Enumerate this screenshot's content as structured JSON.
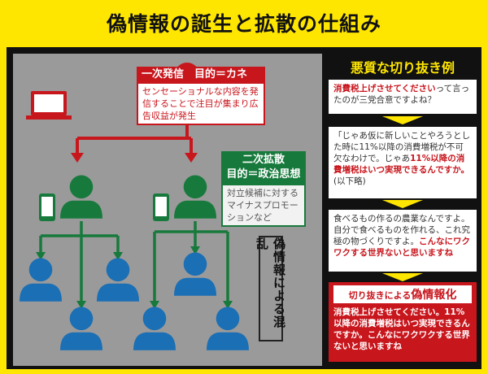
{
  "title": "偽情報の誕生と拡散の仕組み",
  "primary": {
    "head": "一次発信　目的＝カネ",
    "body": "センセーショナルな内容を発信することで注目が集まり広告収益が発生"
  },
  "secondary": {
    "head1": "二次拡散",
    "head2": "目的＝政治思想",
    "body": "対立候補に対するマイナスプロモーションなど"
  },
  "chaos": "偽情報による混乱",
  "examples": {
    "heading": "悪質な切り抜き例",
    "q1_red": "消費税上げさせてください",
    "q1_rest": "って言ったのが三党合意ですよね？",
    "q2_plain": "「じゃあ仮に新しいことやろうとした時に11%以降の消費増税が不可欠なわけで。じゃあ",
    "q2_red": "11%以降の消費増税はいつ実現できるんですか。",
    "q2_end": "(以下略)",
    "q3_plain": "食べるもの作るの農業なんですよ。自分で食べるものを作れる、これ究極の物づくりですよ。",
    "q3_red": "こんなにワクワクする世界ないと思いますね"
  },
  "result": {
    "head_small": "切り抜きによる",
    "head_big": "偽情報化",
    "body": "消費税上げさせてください。11%以降の消費増税はいつ実現できるんですか。こんなにワクワクする世界ないと思いますね"
  },
  "colors": {
    "red": "#c8161d",
    "green": "#177a3c",
    "blue": "#1a6fb5",
    "yellow": "#ffe600"
  }
}
